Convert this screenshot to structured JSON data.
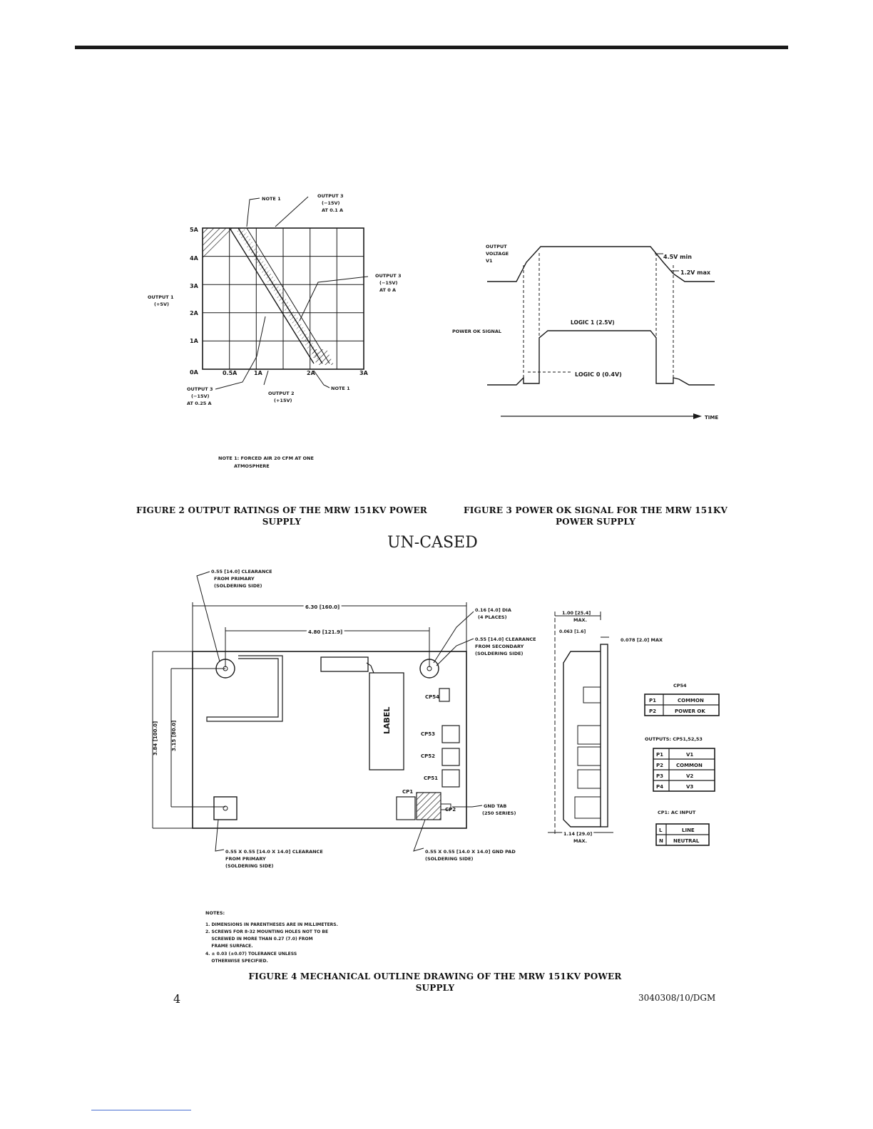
{
  "figure2": {
    "caption_line1": "FIGURE 2  OUTPUT RATINGS OF THE MRW 151KV POWER",
    "caption_line2": "SUPPLY",
    "y_ticks": [
      "5A",
      "4A",
      "3A",
      "2A",
      "1A",
      "0A"
    ],
    "x_ticks": [
      "0.5A",
      "1A",
      "2A",
      "3A"
    ],
    "y_axis_label_1": "OUTPUT 1",
    "y_axis_label_2": "(+5V)",
    "note1_top": "NOTE 1",
    "note1_bottom": "NOTE 1",
    "out3_top": [
      "OUTPUT 3",
      "(−15V)",
      "AT 0.1 A"
    ],
    "out3_right": [
      "OUTPUT 3",
      "(−15V)",
      "AT 0 A"
    ],
    "out3_bottom": [
      "OUTPUT 3",
      "(−15V)",
      "AT 0.25 A"
    ],
    "out2": [
      "OUTPUT 2",
      "(+15V)"
    ],
    "note_text_1": "NOTE 1:  FORCED AIR 20 CFM AT ONE",
    "note_text_2": "ATMOSPHERE"
  },
  "figure3": {
    "caption_line1": "FIGURE 3  POWER OK SIGNAL FOR THE MRW 151KV",
    "caption_line2": "POWER SUPPLY",
    "output_voltage": [
      "OUTPUT",
      "VOLTAGE",
      "V1"
    ],
    "v_min": "4.5V min",
    "v_max": "1.2V max",
    "power_ok": "POWER OK SIGNAL",
    "logic1": "LOGIC 1 (2.5V)",
    "logic0": "LOGIC 0 (0.4V)",
    "time": "TIME"
  },
  "figure4": {
    "title": "UN-CASED",
    "caption": "FIGURE 4  MECHANICAL OUTLINE DRAWING OF THE MRW 151KV POWER SUPPLY",
    "clear_primary_top": [
      "0.55 [14.0] CLEARANCE",
      "FROM PRIMARY",
      "(SOLDERING SIDE)"
    ],
    "dim_width": "6.30 [160.0]",
    "dim_holes": "4.80 [121.9]",
    "dia": [
      "0.16 [4.0] DIA",
      "(4 PLACES)"
    ],
    "clear_secondary": [
      "0.55 [14.0] CLEARANCE",
      "FROM SECONDARY",
      "(SOLDERING SIDE)"
    ],
    "dim_height": "3.84 [100.0]",
    "dim_hole_height": "3.15 [80.0]",
    "label": "LABEL",
    "cp54": "CP54",
    "cp53": "CP53",
    "cp52": "CP52",
    "cp51": "CP51",
    "cp1": "CP1",
    "cp2": "CP2",
    "gnd_tab": [
      "GND TAB",
      "(250 SERIES)"
    ],
    "clear_primary_bottom": [
      "0.55 X 0.55 [14.0 X 14.0] CLEARANCE",
      "FROM PRIMARY",
      "(SOLDERING SIDE)"
    ],
    "gnd_pad": [
      "0.55 X 0.55 [14.0 X 14.0] GND PAD",
      "(SOLDERING SIDE)"
    ],
    "side_top": [
      "1.00 [25.4]",
      "MAX."
    ],
    "side_thick": "0.063 [1.6]",
    "side_078": "0.078 [2.0] MAX",
    "side_bottom": [
      "1.14 [29.0]",
      "MAX."
    ],
    "cp54_table_title": "CP54",
    "cp54_rows": [
      [
        "P1",
        "COMMON"
      ],
      [
        "P2",
        "POWER OK"
      ]
    ],
    "outputs_title": "OUTPUTS:  CP51,52,53",
    "outputs_rows": [
      [
        "P1",
        "V1"
      ],
      [
        "P2",
        "COMMON"
      ],
      [
        "P3",
        "V2"
      ],
      [
        "P4",
        "V3"
      ]
    ],
    "cp1_title": "CP1:  AC INPUT",
    "cp1_rows": [
      [
        "L",
        "LINE"
      ],
      [
        "N",
        "NEUTRAL"
      ]
    ],
    "notes_title": "NOTES:",
    "notes": [
      "1. DIMENSIONS IN PARENTHESES ARE IN MILLIMETERS.",
      "2. SCREWS FOR 8-32 MOUNTING HOLES NOT TO BE",
      "    SCREWED IN MORE THAN 0.27 (7.0) FROM",
      "    FRAME SURFACE.",
      "4. ± 0.03 (±0.07) TOLERANCE UNLESS",
      "    OTHERWISE SPECIFIED."
    ]
  },
  "footer": {
    "page_number": "4",
    "doc_id": "3040308/10/DGM"
  }
}
